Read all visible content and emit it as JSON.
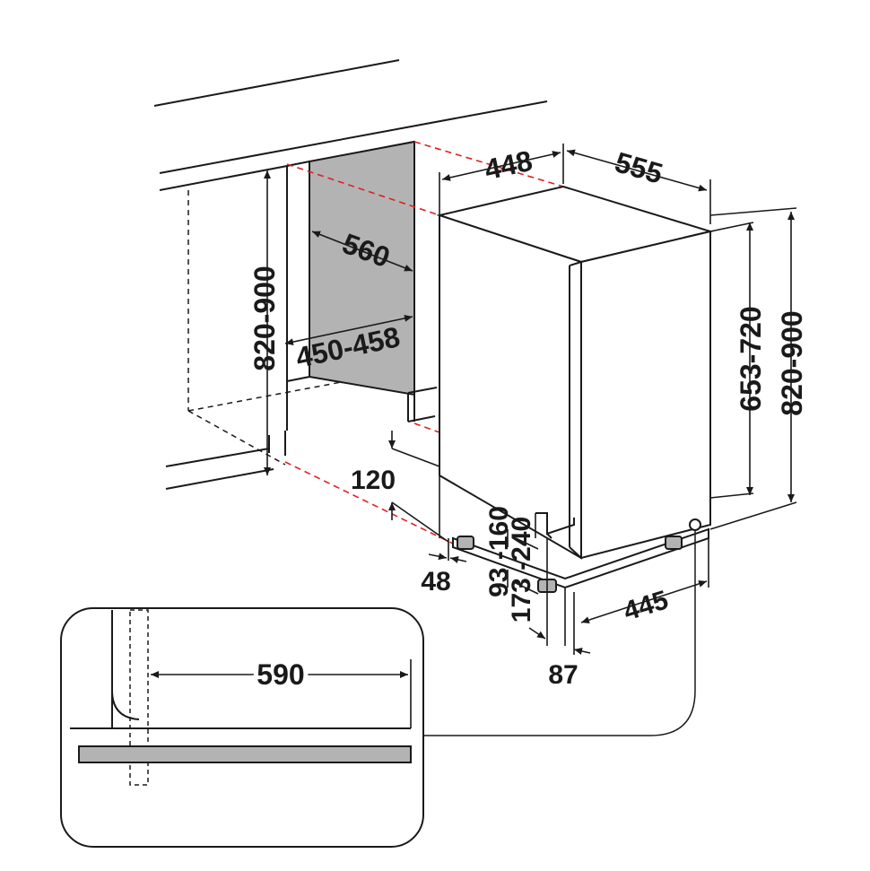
{
  "colors": {
    "line": "#1a1a1a",
    "panel_fill": "#b3b3b3",
    "dashed_guide": "#e02020",
    "background": "#ffffff"
  },
  "dimensions": {
    "niche_width_top": "448",
    "unit_depth": "555",
    "niche_depth": "560",
    "niche_width": "450-458",
    "niche_height": "820-900",
    "plinth_height": "120",
    "plinth_offset": "48",
    "foot_height_range": "93 -160",
    "plinth_range": "173 -240",
    "unit_height": "653-720",
    "total_height": "820-900",
    "foot_depth": "445",
    "door_offset": "87",
    "detail_width": "590"
  }
}
